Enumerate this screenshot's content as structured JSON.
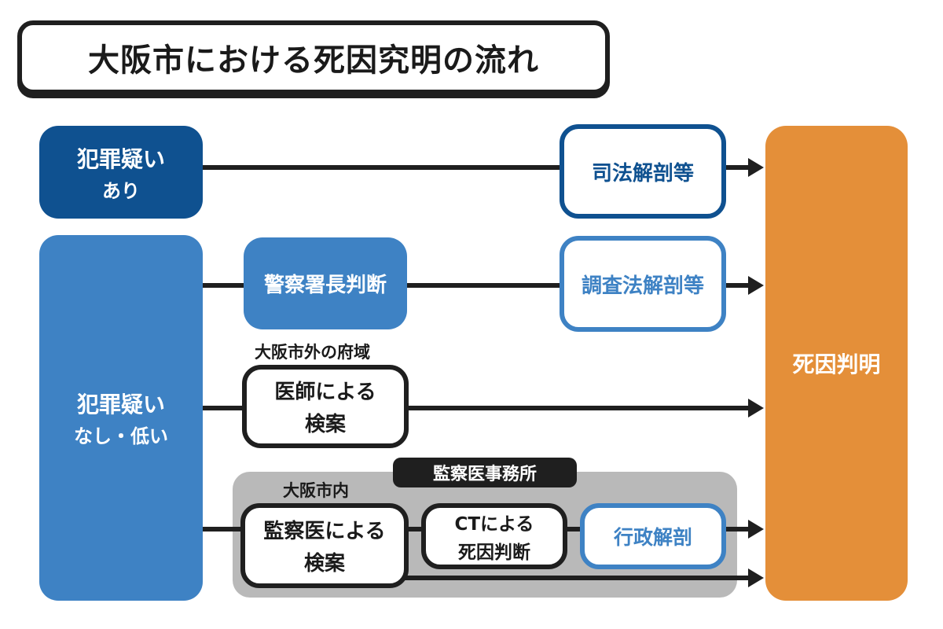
{
  "title": "大阪市における死因究明の流れ",
  "colors": {
    "dark_blue": "#0f5190",
    "mid_blue": "#3e82c4",
    "orange": "#e48f39",
    "gray_panel": "#b9b9b9",
    "line": "#1f1f1f"
  },
  "left": {
    "suspected": {
      "line1": "犯罪疑い",
      "line2": "あり"
    },
    "not_suspected": {
      "line1": "犯罪疑い",
      "line2": "なし・低い"
    }
  },
  "nodes": {
    "police_chief": "警察署長判断",
    "judicial_autopsy": "司法解剖等",
    "investigation_autopsy": "調査法解剖等",
    "outside_city_label": "大阪市外の府域",
    "doctor_inquest": {
      "line1": "医師による",
      "line2": "検案"
    },
    "office_label": "監察医事務所",
    "inside_city_label": "大阪市内",
    "examiner_inquest": {
      "line1": "監察医による",
      "line2": "検案"
    },
    "ct_judgement": {
      "line1": "CTによる",
      "line2": "死因判断"
    },
    "admin_autopsy": "行政解剖",
    "cause_determined": "死因判明"
  }
}
